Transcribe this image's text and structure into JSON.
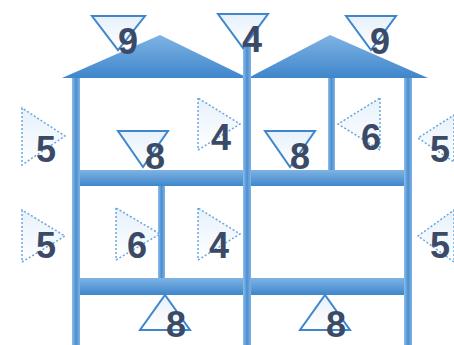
{
  "diagram": {
    "labels": [
      "9",
      "4",
      "9",
      "5",
      "8",
      "4",
      "8",
      "6",
      "5",
      "5",
      "6",
      "4",
      "5",
      "8",
      "8"
    ]
  }
}
